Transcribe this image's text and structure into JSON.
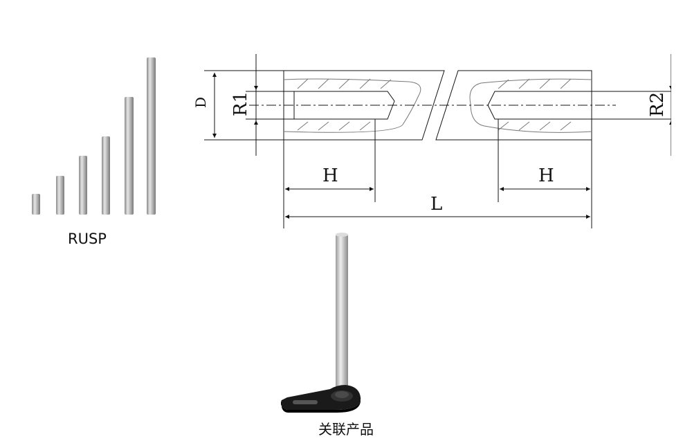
{
  "products": {
    "series_label": "RUSP",
    "related_label": "关联产品"
  },
  "drawing": {
    "labels": {
      "d": "D",
      "r1": "R1",
      "r2": "R2",
      "h_left": "H",
      "h_right": "H",
      "l": "L"
    }
  },
  "colors": {
    "line": "#111111",
    "hatch": "#777777",
    "rod_metal": "#b8b8b8",
    "base_black": "#1a1a1a"
  }
}
